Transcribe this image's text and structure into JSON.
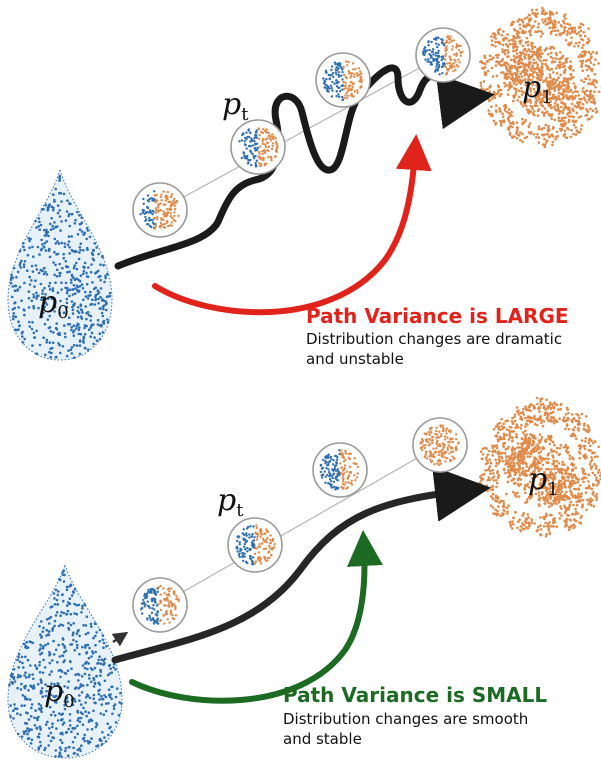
{
  "colors": {
    "blue_particle": "#2f6fb0",
    "orange_particle": "#e08a4a",
    "large_arrow": "#e0231b",
    "small_arrow": "#1d6b22",
    "path": "#1a1a1a",
    "circle_stroke": "#9a9a9a"
  },
  "top_panel": {
    "source_label": "p",
    "source_sub": "0",
    "intermediate_label": "p",
    "intermediate_sub": "t",
    "target_label": "p",
    "target_sub": "1",
    "headline": "Path Variance is LARGE",
    "desc_line1": "Distribution changes are dramatic",
    "desc_line2": "and unstable",
    "headline_color": "#e0231b"
  },
  "bottom_panel": {
    "source_label": "p",
    "source_sub": "0",
    "intermediate_label": "p",
    "intermediate_sub": "t",
    "target_label": "p",
    "target_sub": "1",
    "headline": "Path Variance is SMALL",
    "desc_line1": "Distribution changes are smooth",
    "desc_line2": "and stable",
    "headline_color": "#1d6b22"
  },
  "icons": [
    "droplet-icon",
    "flower-icon",
    "mixture-circle-icon"
  ]
}
